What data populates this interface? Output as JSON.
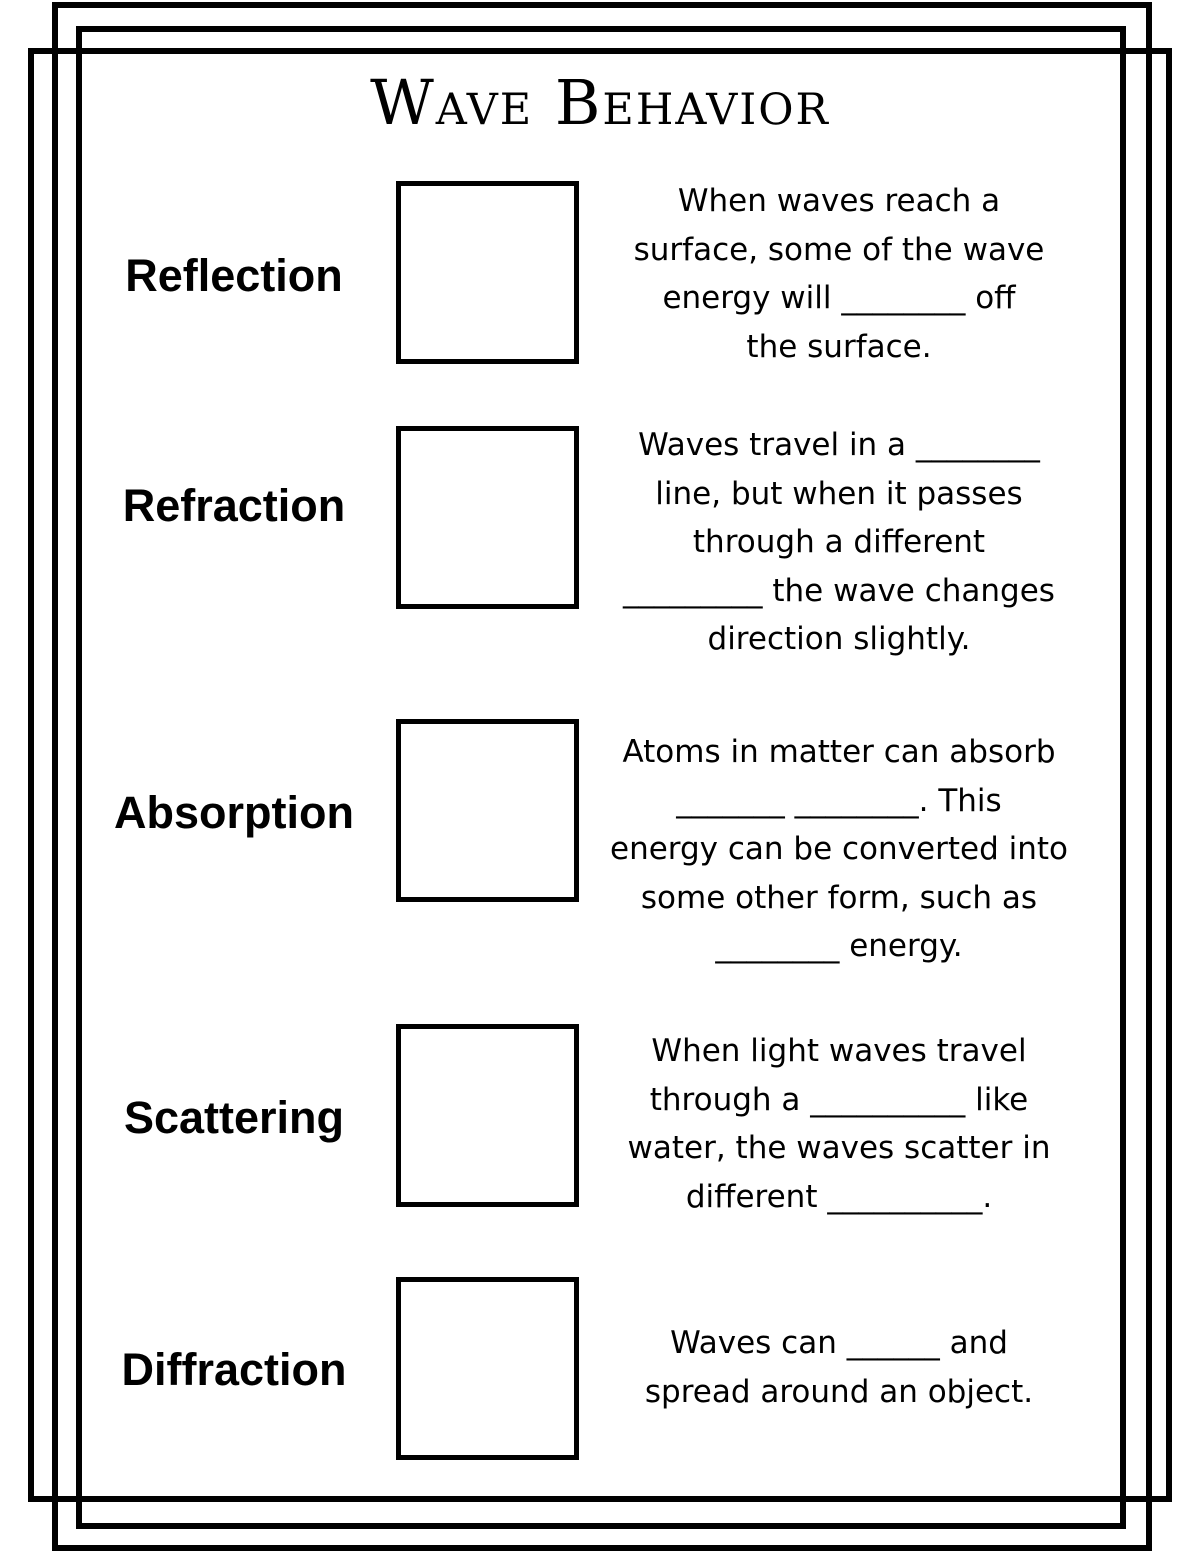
{
  "title": "Wave Behavior",
  "items": [
    {
      "term": "Reflection",
      "description": "When waves reach a\nsurface, some of the wave\nenergy will ________ off\nthe surface."
    },
    {
      "term": "Refraction",
      "description": "Waves travel in a ________\nline, but when it passes\nthrough a different\n_________ the wave changes\ndirection slightly."
    },
    {
      "term": "Absorption",
      "description": "Atoms in matter can absorb\n_______ ________. This\nenergy can be converted into\nsome other form, such as\n________ energy."
    },
    {
      "term": "Scattering",
      "description": "When light waves travel\nthrough a __________ like\nwater, the waves scatter in\ndifferent __________."
    },
    {
      "term": "Diffraction",
      "description": "Waves can ______ and\nspread around an object."
    }
  ]
}
